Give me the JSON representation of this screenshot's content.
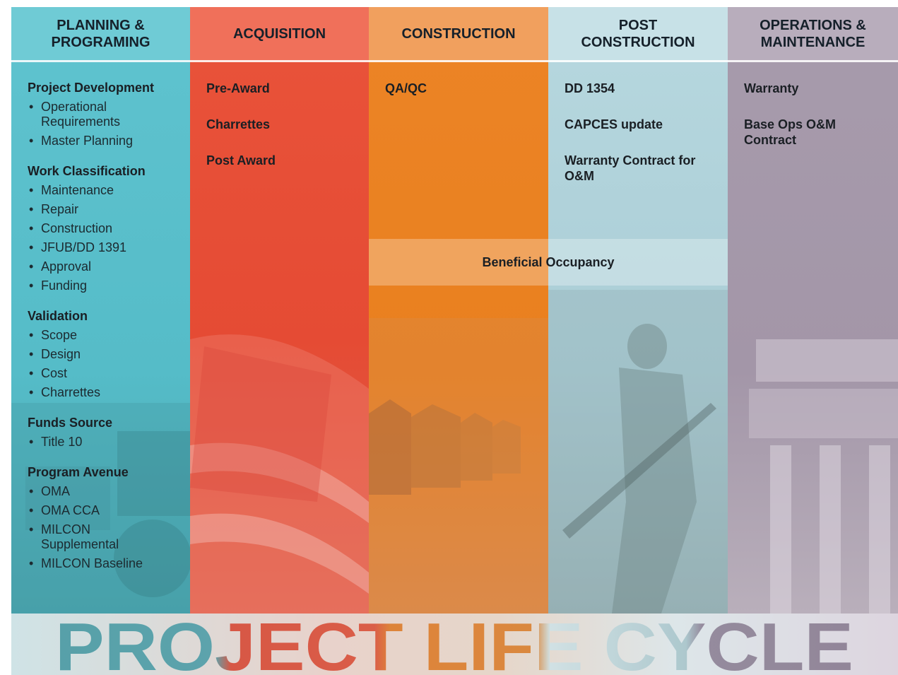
{
  "columns": [
    {
      "id": "planning",
      "header": "PLANNING &\nPROGRAMING",
      "sections": [
        {
          "title": "Project Development",
          "bullets": [
            "Operational Requirements",
            "Master Planning"
          ]
        },
        {
          "title": "Work Classification",
          "bullets": [
            "Maintenance",
            "Repair",
            "Construction",
            "JFUB/DD 1391",
            "Approval",
            "Funding"
          ]
        },
        {
          "title": "Validation",
          "bullets": [
            "Scope",
            "Design",
            "Cost",
            "Charrettes"
          ]
        },
        {
          "title": "Funds Source",
          "bullets": [
            "Title 10"
          ]
        },
        {
          "title": "Program Avenue",
          "bullets": [
            "OMA",
            "OMA CCA",
            "MILCON Supplemental",
            "MILCON Baseline"
          ]
        }
      ]
    },
    {
      "id": "acquisition",
      "header": "ACQUISITION",
      "items": [
        "Pre-Award",
        "Charrettes",
        "Post Award"
      ]
    },
    {
      "id": "construction",
      "header": "CONSTRUCTION",
      "items": [
        "QA/QC"
      ]
    },
    {
      "id": "post-construction",
      "header": "POST\nCONSTRUCTION",
      "items": [
        "DD 1354",
        "CAPCES update",
        "Warranty Contract for O&M"
      ]
    },
    {
      "id": "operations",
      "header": "OPERATIONS &\nMAINTENANCE",
      "items": [
        "Warranty",
        "Base Ops O&M Contract"
      ]
    }
  ],
  "band": {
    "label": "Beneficial Occupancy"
  },
  "footer": {
    "title": "PROJECT LIFE CYCLE"
  },
  "colors": {
    "planning": "#5fc3cf",
    "acquisition": "#e9533a",
    "construction": "#ec8426",
    "post_construction": "#b7d8df",
    "operations": "#a79bac"
  }
}
